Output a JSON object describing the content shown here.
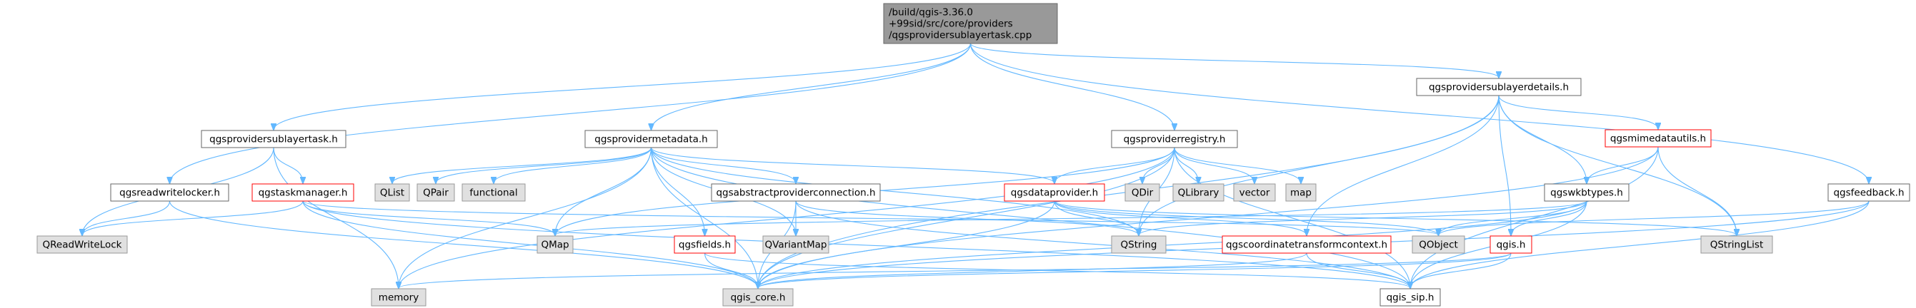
{
  "colors": {
    "edge": "#63b8ff",
    "focus_fill": "#999999",
    "focus_stroke": "#666666",
    "documented_fill": "#ffffff",
    "documented_stroke": "#666666",
    "external_fill": "#e0e0e0",
    "external_stroke": "#999999",
    "truncated_fill": "#ffffff",
    "truncated_stroke": "#ff0000"
  },
  "nodes": [
    {
      "id": "root",
      "kind": "focus",
      "lines": [
        "/build/qgis-3.36.0",
        "+99sid/src/core/providers",
        "/qgsprovidersublayertask.cpp"
      ]
    },
    {
      "id": "prov_sublayer_task_h",
      "kind": "documented",
      "lines": [
        "qgsprovidersublayertask.h"
      ]
    },
    {
      "id": "prov_metadata_h",
      "kind": "documented",
      "lines": [
        "qgsprovidermetadata.h"
      ]
    },
    {
      "id": "prov_registry_h",
      "kind": "documented",
      "lines": [
        "qgsproviderregistry.h"
      ]
    },
    {
      "id": "prov_sublayer_details_h",
      "kind": "documented",
      "lines": [
        "qgsprovidersublayerdetails.h"
      ]
    },
    {
      "id": "readwritelocker_h",
      "kind": "documented",
      "lines": [
        "qgsreadwritelocker.h"
      ]
    },
    {
      "id": "taskmanager_h",
      "kind": "truncated",
      "lines": [
        "qgstaskmanager.h"
      ]
    },
    {
      "id": "QList",
      "kind": "external",
      "lines": [
        "QList"
      ]
    },
    {
      "id": "QPair",
      "kind": "external",
      "lines": [
        "QPair"
      ]
    },
    {
      "id": "functional",
      "kind": "external",
      "lines": [
        "functional"
      ]
    },
    {
      "id": "abstract_conn_h",
      "kind": "documented",
      "lines": [
        "qgsabstractproviderconnection.h"
      ]
    },
    {
      "id": "dataprovider_h",
      "kind": "truncated",
      "lines": [
        "qgsdataprovider.h"
      ]
    },
    {
      "id": "QDir",
      "kind": "external",
      "lines": [
        "QDir"
      ]
    },
    {
      "id": "QLibrary",
      "kind": "external",
      "lines": [
        "QLibrary"
      ]
    },
    {
      "id": "vector",
      "kind": "external",
      "lines": [
        "vector"
      ]
    },
    {
      "id": "map",
      "kind": "external",
      "lines": [
        "map"
      ]
    },
    {
      "id": "mimedatautils_h",
      "kind": "truncated",
      "lines": [
        "qgsmimedatautils.h"
      ]
    },
    {
      "id": "wkbtypes_h",
      "kind": "documented",
      "lines": [
        "qgswkbtypes.h"
      ]
    },
    {
      "id": "feedback_h",
      "kind": "documented",
      "lines": [
        "qgsfeedback.h"
      ]
    },
    {
      "id": "QReadWriteLock",
      "kind": "external",
      "lines": [
        "QReadWriteLock"
      ]
    },
    {
      "id": "QMap",
      "kind": "external",
      "lines": [
        "QMap"
      ]
    },
    {
      "id": "fields_h",
      "kind": "truncated",
      "lines": [
        "qgsfields.h"
      ]
    },
    {
      "id": "QVariantMap",
      "kind": "external",
      "lines": [
        "QVariantMap"
      ]
    },
    {
      "id": "QString",
      "kind": "external",
      "lines": [
        "QString"
      ]
    },
    {
      "id": "coordtransformctx_h",
      "kind": "truncated",
      "lines": [
        "qgscoordinatetransformcontext.h"
      ]
    },
    {
      "id": "QObject",
      "kind": "external",
      "lines": [
        "QObject"
      ]
    },
    {
      "id": "qgis_h",
      "kind": "truncated",
      "lines": [
        "qgis.h"
      ]
    },
    {
      "id": "QStringList",
      "kind": "external",
      "lines": [
        "QStringList"
      ]
    },
    {
      "id": "memory",
      "kind": "external",
      "lines": [
        "memory"
      ]
    },
    {
      "id": "qgis_core_h",
      "kind": "external",
      "lines": [
        "qgis_core.h"
      ]
    },
    {
      "id": "qgis_sip_h",
      "kind": "documented",
      "lines": [
        "qgis_sip.h"
      ]
    }
  ],
  "edges": [
    [
      "root",
      "prov_sublayer_task_h"
    ],
    [
      "root",
      "prov_metadata_h"
    ],
    [
      "root",
      "prov_registry_h"
    ],
    [
      "root",
      "prov_sublayer_details_h"
    ],
    [
      "root",
      "readwritelocker_h"
    ],
    [
      "root",
      "feedback_h"
    ],
    [
      "prov_sublayer_task_h",
      "taskmanager_h"
    ],
    [
      "prov_sublayer_task_h",
      "QReadWriteLock"
    ],
    [
      "prov_sublayer_task_h",
      "memory"
    ],
    [
      "readwritelocker_h",
      "QReadWriteLock"
    ],
    [
      "readwritelocker_h",
      "qgis_core_h"
    ],
    [
      "taskmanager_h",
      "QReadWriteLock"
    ],
    [
      "taskmanager_h",
      "QMap"
    ],
    [
      "taskmanager_h",
      "qgis_core_h"
    ],
    [
      "taskmanager_h",
      "qgis_sip_h"
    ],
    [
      "taskmanager_h",
      "QObject"
    ],
    [
      "prov_metadata_h",
      "QList"
    ],
    [
      "prov_metadata_h",
      "QPair"
    ],
    [
      "prov_metadata_h",
      "functional"
    ],
    [
      "prov_metadata_h",
      "abstract_conn_h"
    ],
    [
      "prov_metadata_h",
      "dataprovider_h"
    ],
    [
      "prov_metadata_h",
      "QMap"
    ],
    [
      "prov_metadata_h",
      "fields_h"
    ],
    [
      "prov_metadata_h",
      "QVariantMap"
    ],
    [
      "prov_metadata_h",
      "QString"
    ],
    [
      "prov_metadata_h",
      "memory"
    ],
    [
      "prov_metadata_h",
      "qgis_core_h"
    ],
    [
      "prov_metadata_h",
      "qgis_sip_h"
    ],
    [
      "abstract_conn_h",
      "QVariantMap"
    ],
    [
      "abstract_conn_h",
      "QString"
    ],
    [
      "abstract_conn_h",
      "qgis_core_h"
    ],
    [
      "abstract_conn_h",
      "qgis_sip_h"
    ],
    [
      "fields_h",
      "qgis_core_h"
    ],
    [
      "fields_h",
      "qgis_sip_h"
    ],
    [
      "prov_registry_h",
      "dataprovider_h"
    ],
    [
      "prov_registry_h",
      "QDir"
    ],
    [
      "prov_registry_h",
      "QLibrary"
    ],
    [
      "prov_registry_h",
      "vector"
    ],
    [
      "prov_registry_h",
      "map"
    ],
    [
      "prov_registry_h",
      "QString"
    ],
    [
      "prov_registry_h",
      "memory"
    ],
    [
      "prov_registry_h",
      "qgis_core_h"
    ],
    [
      "prov_registry_h",
      "qgis_sip_h"
    ],
    [
      "prov_registry_h",
      "QMap"
    ],
    [
      "dataprovider_h",
      "QString"
    ],
    [
      "dataprovider_h",
      "QObject"
    ],
    [
      "dataprovider_h",
      "coordtransformctx_h"
    ],
    [
      "dataprovider_h",
      "qgis_core_h"
    ],
    [
      "dataprovider_h",
      "QStringList"
    ],
    [
      "prov_sublayer_details_h",
      "mimedatautils_h"
    ],
    [
      "prov_sublayer_details_h",
      "wkbtypes_h"
    ],
    [
      "prov_sublayer_details_h",
      "qgis_h"
    ],
    [
      "prov_sublayer_details_h",
      "coordtransformctx_h"
    ],
    [
      "prov_sublayer_details_h",
      "QString"
    ],
    [
      "prov_sublayer_details_h",
      "QStringList"
    ],
    [
      "prov_sublayer_details_h",
      "qgis_core_h"
    ],
    [
      "mimedatautils_h",
      "wkbtypes_h"
    ],
    [
      "mimedatautils_h",
      "QStringList"
    ],
    [
      "mimedatautils_h",
      "qgis_core_h"
    ],
    [
      "mimedatautils_h",
      "qgis_sip_h"
    ],
    [
      "wkbtypes_h",
      "QObject"
    ],
    [
      "wkbtypes_h",
      "QString"
    ],
    [
      "wkbtypes_h",
      "qgis_h"
    ],
    [
      "wkbtypes_h",
      "qgis_core_h"
    ],
    [
      "wkbtypes_h",
      "qgis_sip_h"
    ],
    [
      "wkbtypes_h",
      "QMap"
    ],
    [
      "feedback_h",
      "QObject"
    ],
    [
      "feedback_h",
      "qgis_core_h"
    ],
    [
      "feedback_h",
      "qgis_sip_h"
    ],
    [
      "coordtransformctx_h",
      "qgis_core_h"
    ],
    [
      "coordtransformctx_h",
      "qgis_sip_h"
    ],
    [
      "qgis_h",
      "qgis_core_h"
    ],
    [
      "qgis_h",
      "qgis_sip_h"
    ],
    [
      "qgis_h",
      "memory"
    ]
  ]
}
